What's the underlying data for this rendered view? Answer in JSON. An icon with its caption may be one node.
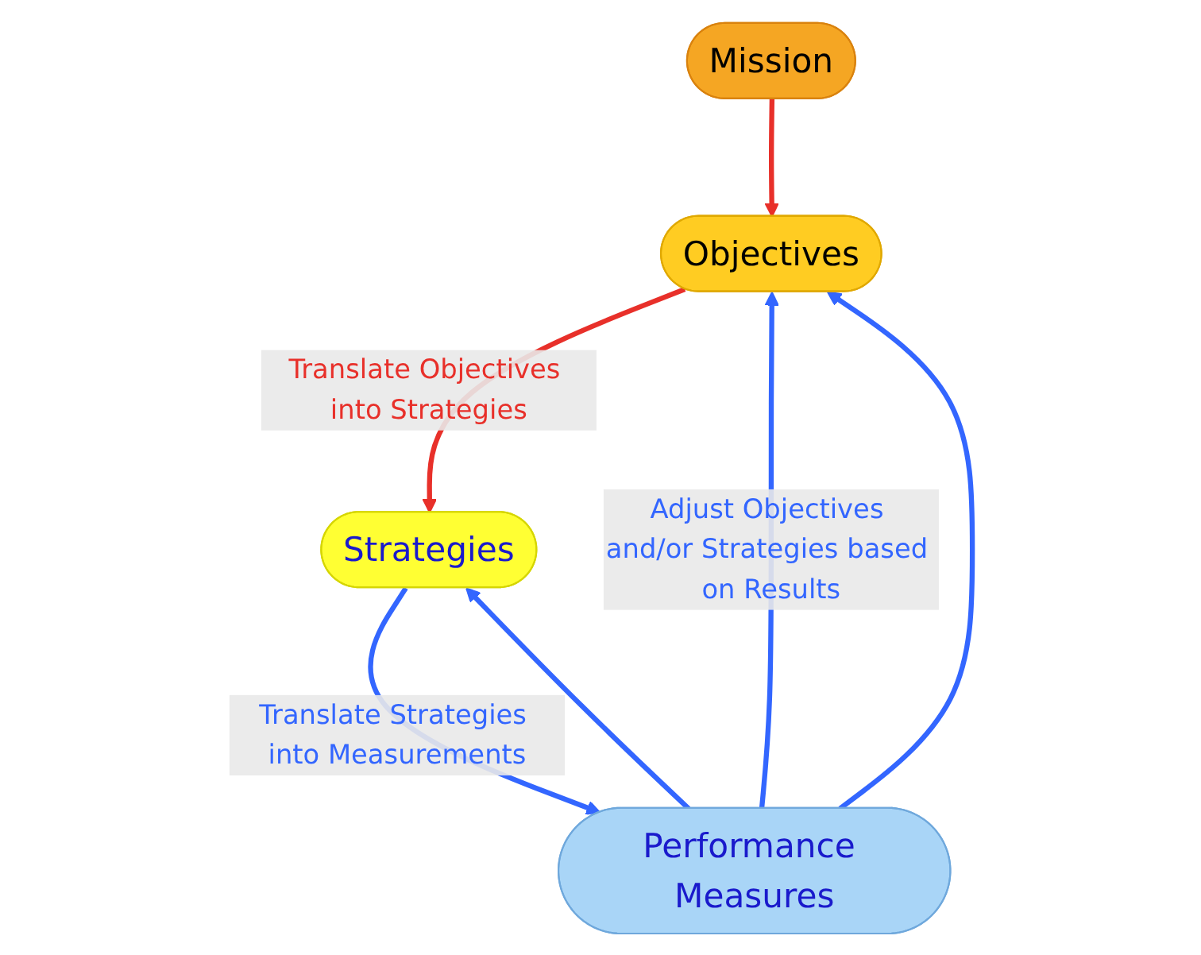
{
  "diagram": {
    "nodes": [
      {
        "text": [
          "Mission"
        ]
      },
      {
        "text": [
          "Objectives"
        ]
      },
      {
        "text": [
          "Strategies"
        ]
      },
      {
        "text": [
          "Performance Measures"
        ]
      }
    ],
    "edges": [
      {
        "from": 0,
        "to": 1,
        "arrow": "to",
        "color": "#e8302a"
      },
      {
        "from": 1,
        "to": 2,
        "arrow": "to",
        "color": "#e8302a",
        "label": "Translate Objectives into Strategies"
      },
      {
        "from": 2,
        "to": 3,
        "arrow": "to",
        "label": "Translate Strategies into Measurements"
      },
      {
        "from": 3,
        "to": 1,
        "arrow": "to",
        "label": "Adjust Objectives and/or Strategies based on Results"
      },
      {
        "from": 3,
        "to": 1,
        "arrow": "to"
      },
      {
        "from": 3,
        "to": 2,
        "arrow": "to"
      }
    ]
  }
}
